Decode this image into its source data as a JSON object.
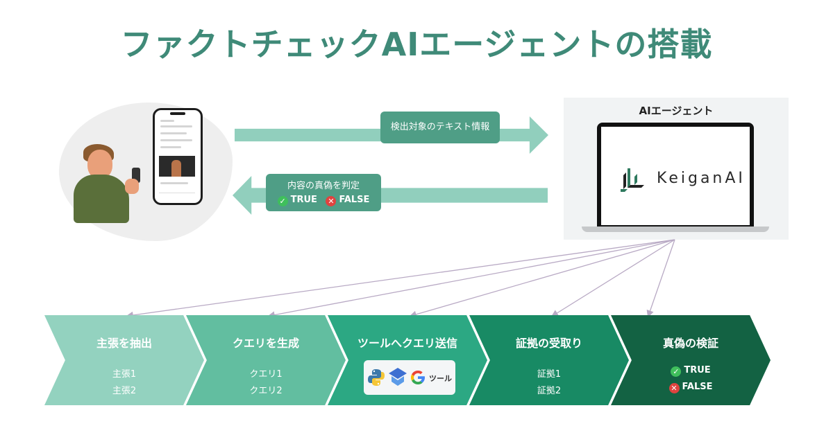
{
  "title": "ファクトチェックAIエージェントの搭載",
  "agent": {
    "title": "AIエージェント",
    "brand": "KeiganAI"
  },
  "flow": {
    "to_agent": "検出対象のテキスト情報",
    "to_user": "内容の真偽を判定",
    "true_label": "TRUE",
    "false_label": "FALSE"
  },
  "steps": [
    {
      "title": "主張を抽出",
      "items": [
        "主張1",
        "主張2"
      ]
    },
    {
      "title": "クエリを生成",
      "items": [
        "クエリ1",
        "クエリ2"
      ]
    },
    {
      "title": "ツールへクエリ送信",
      "tool_label": "ツール",
      "tool_icons": [
        "python-icon",
        "stack-icon",
        "google-icon"
      ]
    },
    {
      "title": "証拠の受取り",
      "items": [
        "証拠1",
        "証拠2"
      ]
    },
    {
      "title": "真偽の検証",
      "verdicts": [
        "TRUE",
        "FALSE"
      ]
    }
  ],
  "colors": {
    "title": "#3f8a78",
    "arrow": "#91cfbd",
    "label_box": "#4f9e86",
    "step1": "#93d2bf",
    "step2": "#62bea0",
    "step3": "#2ca883",
    "step4": "#188a64",
    "step5": "#136243",
    "true": "#3fbf5c",
    "false": "#e0433f"
  }
}
